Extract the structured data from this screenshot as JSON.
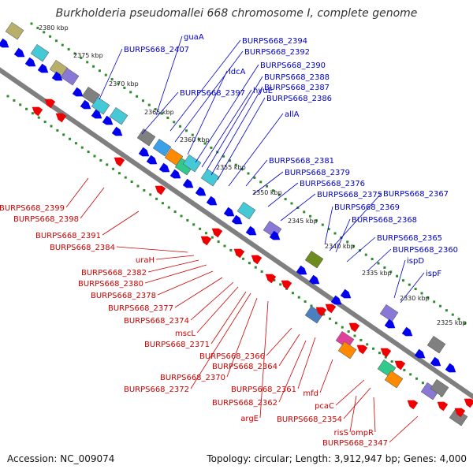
{
  "title": "Burkholderia pseudomallei 668 chromosome I, complete genome",
  "footer": {
    "accession": "Accession: NC_009074",
    "summary": "Topology: circular; Length: 3,912,947 bp; Genes: 4,000"
  },
  "scale_ticks": [
    "2380 kbp",
    "2375 kbp",
    "2370 kbp",
    "2365 kbp",
    "2360 kbp",
    "2355 kbp",
    "2350 kbp",
    "2345 kbp",
    "2340 kbp",
    "2335 kbp",
    "2330 kbp",
    "2325 kbp"
  ],
  "forward_labels": [
    "guaA",
    "BURPS668_2407",
    "BURPS668_2394",
    "BURPS668_2392",
    "ldcA",
    "BURPS668_2390",
    "BURPS668_2397",
    "hyuE",
    "BURPS668_2388",
    "BURPS668_2387",
    "BURPS668_2386",
    "allA",
    "BURPS668_2381",
    "BURPS668_2379",
    "BURPS668_2376",
    "BURPS668_2375",
    "BURPS668_2367",
    "BURPS668_2369",
    "BURPS668_2368",
    "BURPS668_2365",
    "BURPS668_2360",
    "ispD",
    "ispF"
  ],
  "reverse_labels": [
    "BURPS668_2399",
    "BURPS668_2398",
    "BURPS668_2391",
    "BURPS668_2384",
    "uraH",
    "BURPS668_2382",
    "BURPS668_2380",
    "BURPS668_2378",
    "BURPS668_2377",
    "BURPS668_2374",
    "mscL",
    "BURPS668_2371",
    "BURPS668_2366",
    "BURPS668_2364",
    "BURPS668_2370",
    "BURPS668_2372",
    "BURPS668_2361",
    "BURPS668_2362",
    "argE",
    "mfd",
    "pcaC",
    "BURPS668_2354",
    "risS",
    "ompR",
    "BURPS668_2347"
  ],
  "colors": {
    "backbone": "#8c8c8c",
    "forward_gene": "#0000ee",
    "forward_label": "#0000cc",
    "reverse_gene": "#ee0000",
    "reverse_label": "#cc0000",
    "ruler_dots": "#2e8b2e",
    "title": "#333333",
    "features": [
      "#b8b06a",
      "#45c9d6",
      "#808080",
      "#8a78d6",
      "#3aa0e8",
      "#ff8a00",
      "#31c98c",
      "#6e8c1e",
      "#e0409a",
      "#4a80c0",
      "#9aa8b8"
    ]
  }
}
